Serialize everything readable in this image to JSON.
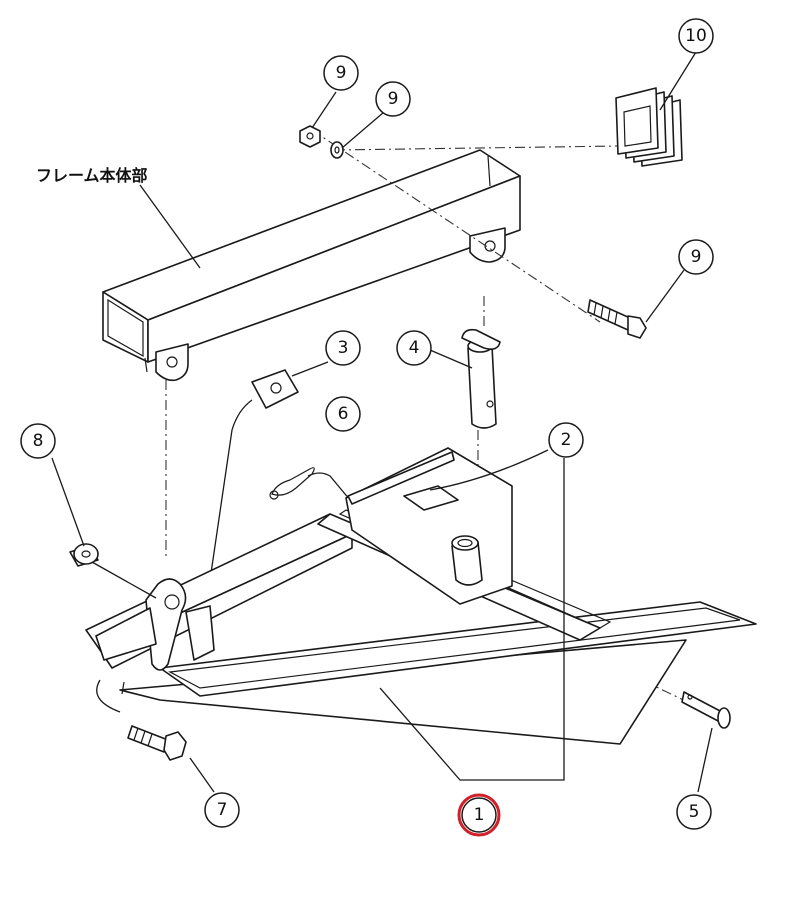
{
  "diagram": {
    "frame_label": "フレーム本体部",
    "highlight_color": "#d0202a",
    "callouts": [
      {
        "id": "c10",
        "number": "10",
        "highlighted": false
      },
      {
        "id": "c9a",
        "number": "9",
        "highlighted": false
      },
      {
        "id": "c9b",
        "number": "9",
        "highlighted": false
      },
      {
        "id": "c9c",
        "number": "9",
        "highlighted": false
      },
      {
        "id": "c3",
        "number": "3",
        "highlighted": false
      },
      {
        "id": "c4",
        "number": "4",
        "highlighted": false
      },
      {
        "id": "c6",
        "number": "6",
        "highlighted": false
      },
      {
        "id": "c2",
        "number": "2",
        "highlighted": false
      },
      {
        "id": "c8",
        "number": "8",
        "highlighted": false
      },
      {
        "id": "c7",
        "number": "7",
        "highlighted": false
      },
      {
        "id": "c1",
        "number": "1",
        "highlighted": true
      },
      {
        "id": "c5",
        "number": "5",
        "highlighted": false
      }
    ]
  }
}
